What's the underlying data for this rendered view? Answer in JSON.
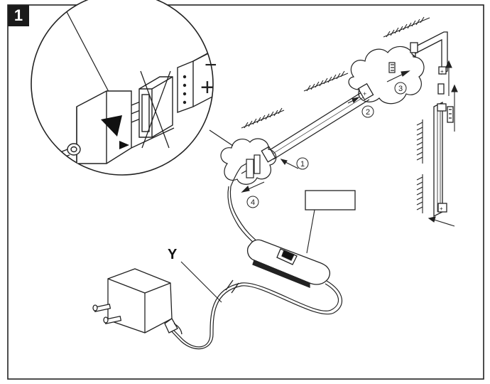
{
  "figure": {
    "step_number": "1",
    "wire_label": "Y",
    "callouts": [
      "1",
      "2",
      "3",
      "4"
    ],
    "polarity_plus": "+",
    "polarity_minus": "−",
    "switch_label_box": ""
  }
}
